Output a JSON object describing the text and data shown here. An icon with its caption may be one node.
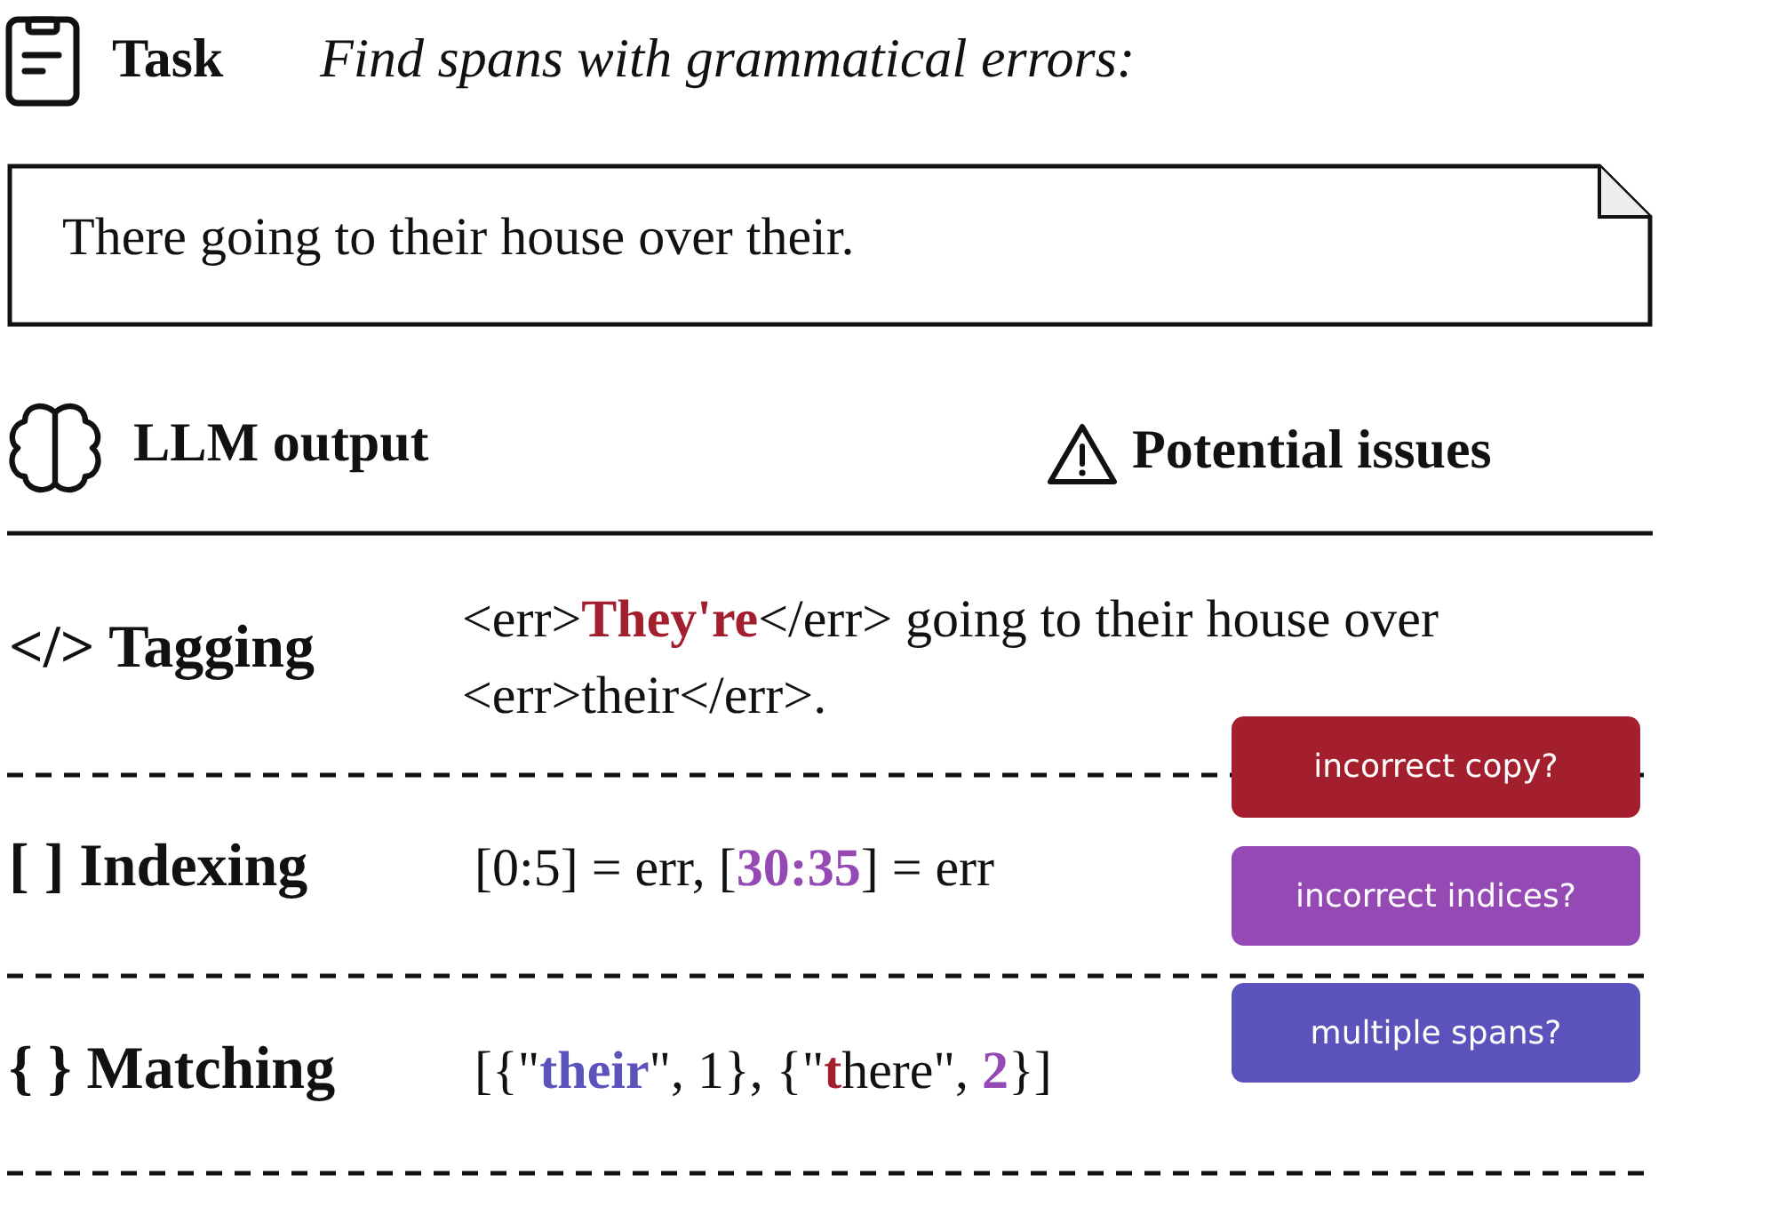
{
  "diagram": {
    "nodes": [
      {
        "text": [
          "There going to their house over their."
        ]
      },
      {
        "text": [
          "incorrect copy?"
        ]
      },
      {
        "text": [
          "incorrect indices?"
        ]
      },
      {
        "text": [
          "multiple spans?"
        ]
      }
    ],
    "labels": [
      "Task",
      "Find spans with grammatical errors:",
      "LLM output",
      "Potential issues",
      "</> Tagging",
      "<err>**They're**</err> going to their house over <err>their</err>.",
      "[ ] Indexing",
      "[0:5] = err, [**30:35**] = err",
      "{ } Matching",
      "[{\"**their**\", 1}, {\"**t**here\", **2**}]"
    ]
  }
}
